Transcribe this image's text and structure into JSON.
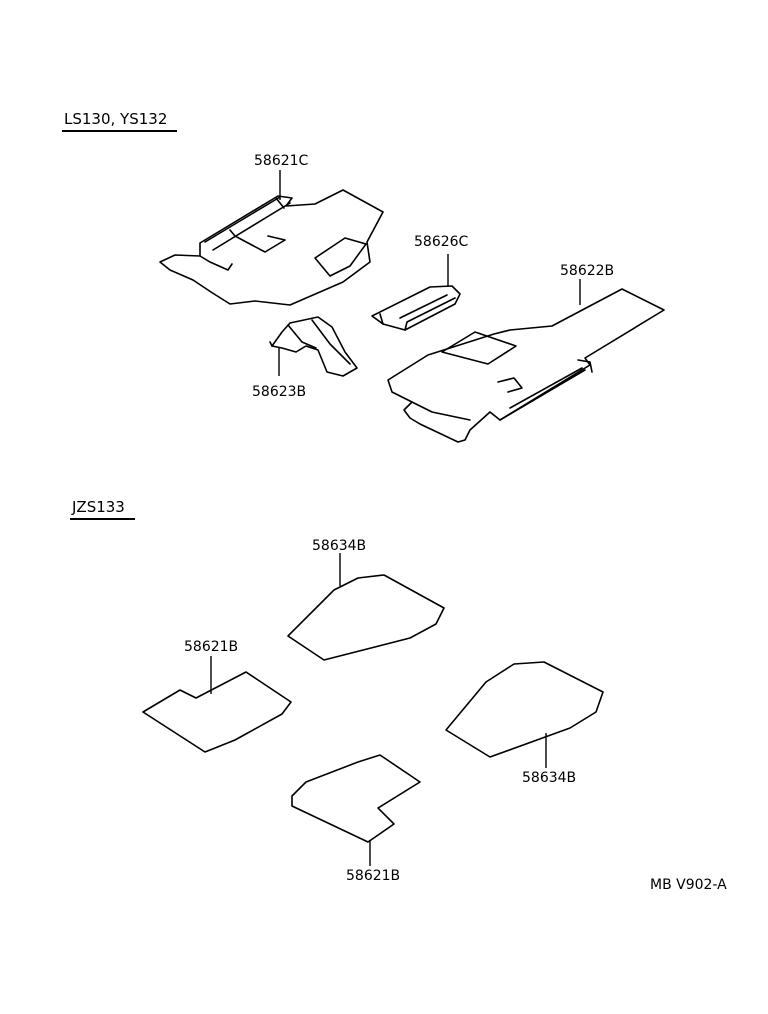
{
  "sections": [
    {
      "heading": "LS130, YS132"
    },
    {
      "heading": "JZS133"
    }
  ],
  "callouts": {
    "p58621C": "58621C",
    "p58626C": "58626C",
    "p58622B": "58622B",
    "p58623B": "58623B",
    "p58634B_top": "58634B",
    "p58621B_left": "58621B",
    "p58634B_right": "58634B",
    "p58621B_bottom": "58621B"
  },
  "diagram_code": "MB V902-A"
}
